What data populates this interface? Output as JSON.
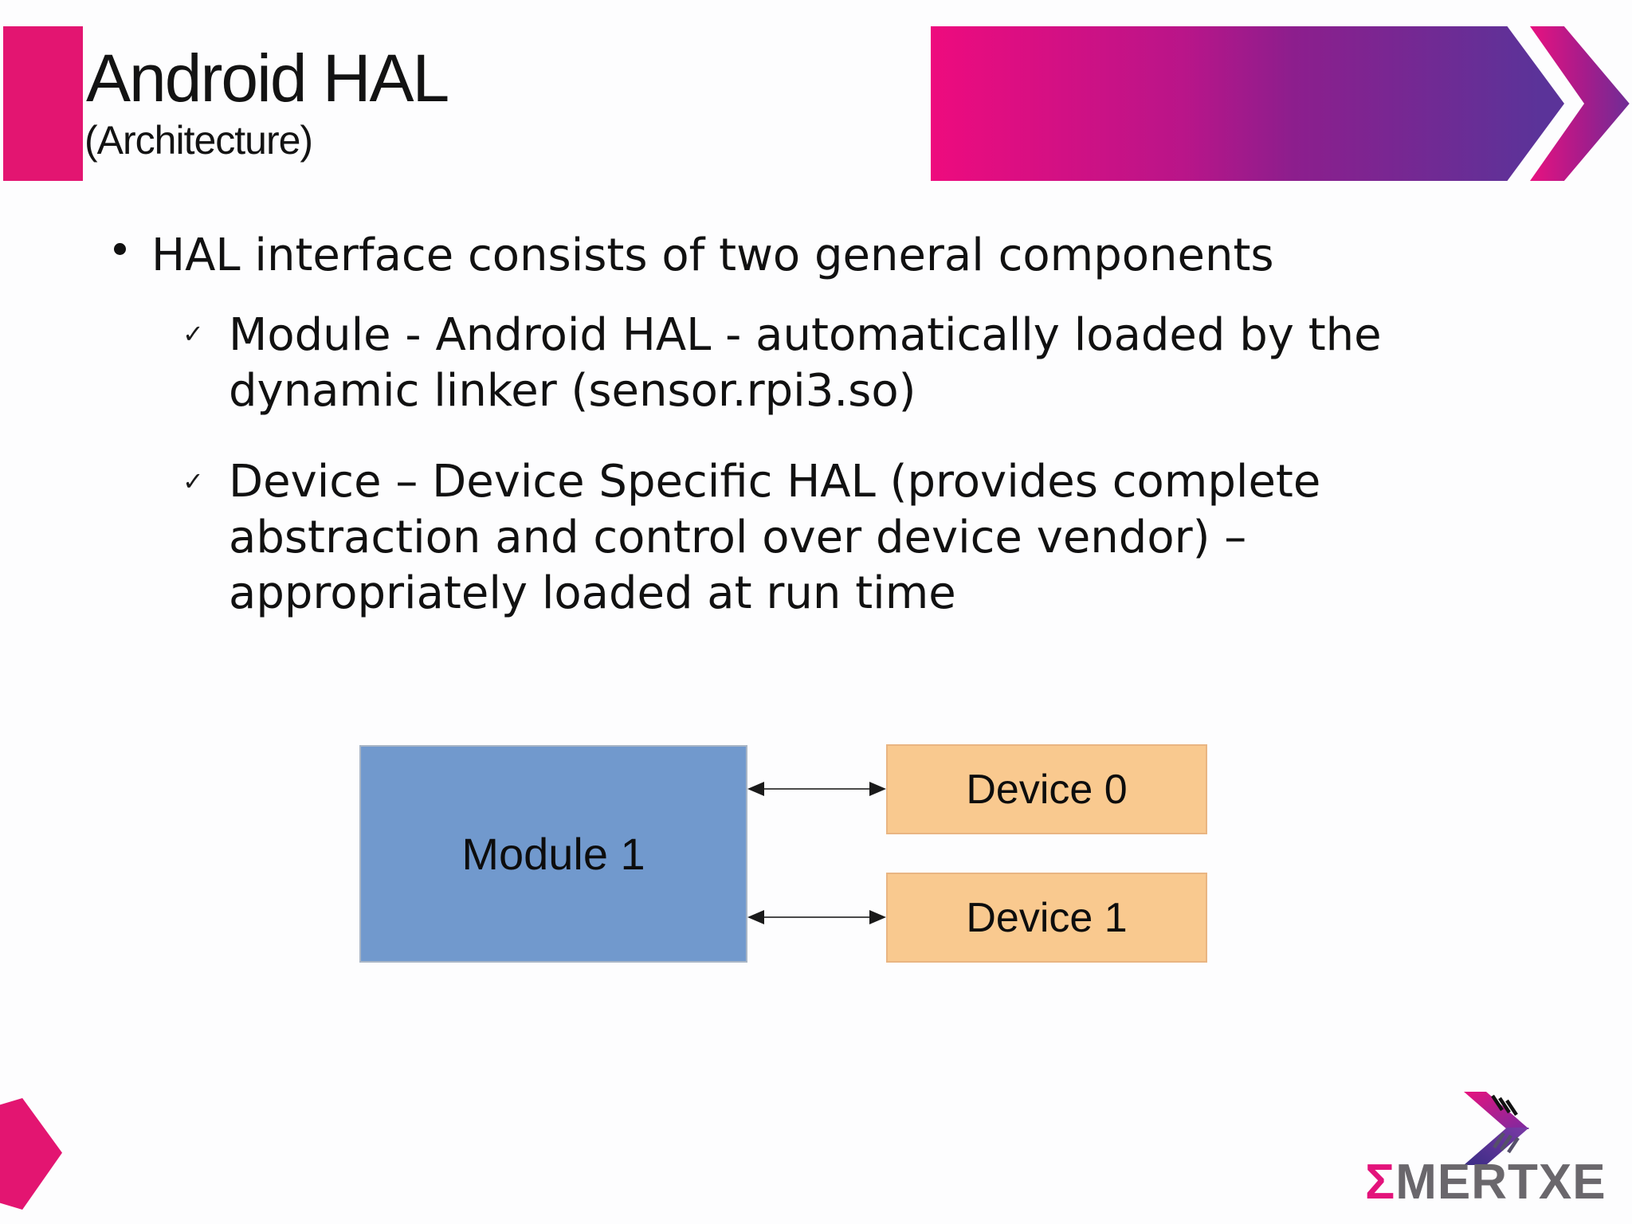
{
  "header": {
    "title": "Android HAL",
    "subtitle": "(Architecture)"
  },
  "content": {
    "bullet": "HAL interface consists of two general components",
    "sub_bullets": [
      {
        "marker": "✓",
        "lines": [
          "Module - Android HAL - automatically loaded by the",
          "dynamic linker (sensor.rpi3.so)"
        ]
      },
      {
        "marker": "✓",
        "lines": [
          "Device – Device Specific HAL (provides complete",
          "abstraction and control over device vendor) –",
          "appropriately loaded at run time"
        ]
      }
    ]
  },
  "diagram": {
    "module_label": "Module 1",
    "device_labels": [
      "Device 0",
      "Device 1"
    ]
  },
  "logo": {
    "sigma": "Σ",
    "rest": "MERTXE"
  },
  "colors": {
    "accent_pink": "#e31571",
    "banner_gradient_start": "#ee0b7e",
    "banner_gradient_end": "#5b3399",
    "module_fill": "#7199cd",
    "device_fill": "#f9c98f",
    "logo_gray": "#6a676c",
    "logo_pink": "#e3137b"
  }
}
